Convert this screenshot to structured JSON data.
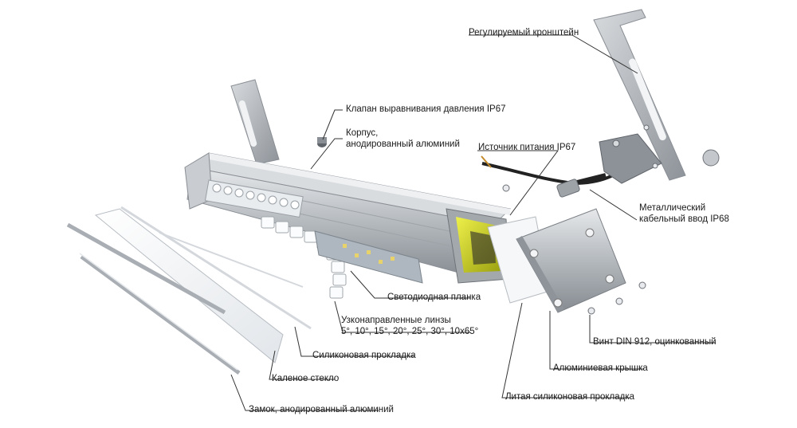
{
  "labels": {
    "bracket": "Регулируемый кронштейн",
    "valve": "Клапан выравнивания давления IP67",
    "housing_line1": "Корпус,",
    "housing_line2": "анодированный алюминий",
    "power": "Источник питания IP67",
    "gland_line1": "Металлический",
    "gland_line2": "кабельный ввод IP68",
    "led_board": "Светодиодная планка",
    "lenses_line1": "Узконаправленные линзы",
    "lenses_line2": "5°, 10°, 15°, 20°, 25°, 30°, 10x65°",
    "silicone_gasket": "Силиконовая прокладка",
    "glass": "Каленое стекло",
    "lock": "Замок, анодированный алюминий",
    "screw": "Винт DIN 912, оцинкованный",
    "cap": "Алюминиевая крышка",
    "cast_gasket": "Литая силиконовая прокладка"
  },
  "colors": {
    "aluminum": "#b8bcc0",
    "aluminum_dark": "#7d8288",
    "driver_yellow": "#d4dd2a",
    "leader": "#333333",
    "glass": "#f4f6f8"
  }
}
